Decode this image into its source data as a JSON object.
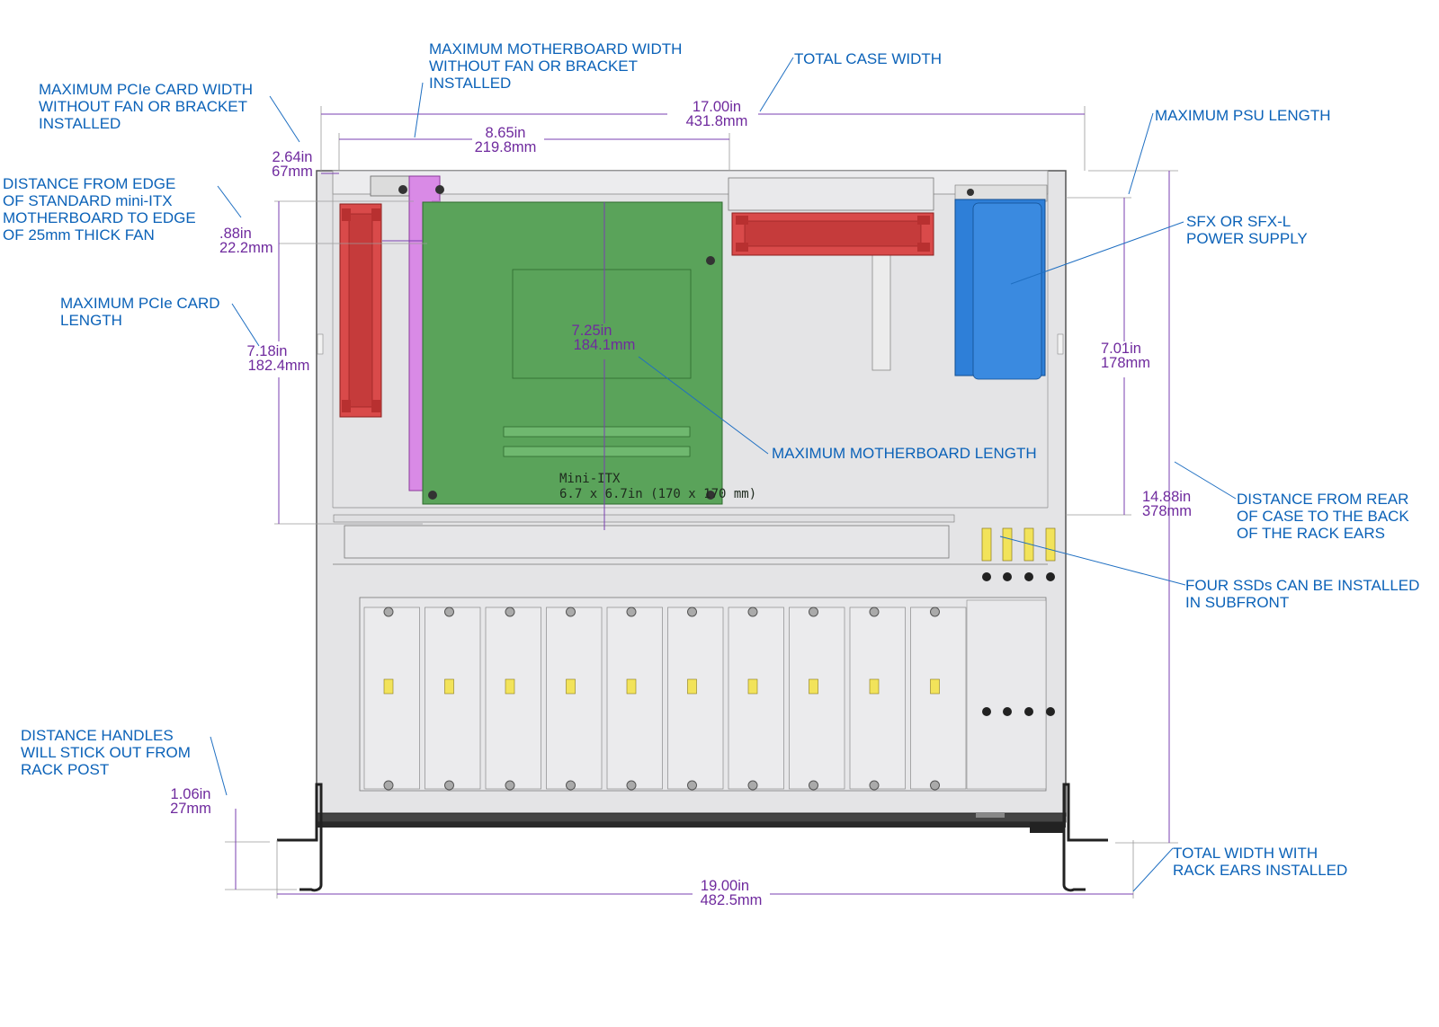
{
  "labels": {
    "pcie_width": [
      "MAXIMUM PCIe CARD WIDTH",
      "WITHOUT FAN OR BRACKET",
      "INSTALLED"
    ],
    "mobo_width": [
      "MAXIMUM MOTHERBOARD WIDTH",
      "WITHOUT FAN OR BRACKET",
      "INSTALLED"
    ],
    "total_case_width": [
      "TOTAL CASE WIDTH"
    ],
    "psu_length": [
      "MAXIMUM PSU LENGTH"
    ],
    "fan_distance": [
      "DISTANCE FROM EDGE",
      "OF STANDARD mini-ITX",
      "MOTHERBOARD TO EDGE",
      "OF 25mm THICK FAN"
    ],
    "pcie_length": [
      "MAXIMUM PCIe CARD",
      "LENGTH"
    ],
    "psu_type": [
      "SFX OR SFX-L",
      "POWER SUPPLY"
    ],
    "mobo_length": [
      "MAXIMUM MOTHERBOARD LENGTH"
    ],
    "rack_ears_distance": [
      "DISTANCE FROM REAR",
      "OF CASE TO THE BACK",
      "OF THE RACK EARS"
    ],
    "ssds": [
      "FOUR SSDs CAN BE INSTALLED",
      "IN SUBFRONT"
    ],
    "handles": [
      "DISTANCE HANDLES",
      "WILL STICK OUT FROM",
      "RACK POST"
    ],
    "total_width_ears": [
      "TOTAL WIDTH WITH",
      "RACK EARS INSTALLED"
    ]
  },
  "dimensions": {
    "total_case_width": [
      "17.00in",
      "431.8mm"
    ],
    "mobo_width": [
      "8.65in",
      "219.8mm"
    ],
    "pcie_width": [
      "2.64in",
      "67mm"
    ],
    "fan_distance": [
      ".88in",
      "22.2mm"
    ],
    "pcie_length": [
      "7.18in",
      "182.4mm"
    ],
    "mobo_length": [
      "7.25in",
      "184.1mm"
    ],
    "psu_length": [
      "7.01in",
      "178mm"
    ],
    "rack_ears_distance": [
      "14.88in",
      "378mm"
    ],
    "handles": [
      "1.06in",
      "27mm"
    ],
    "total_width_ears": [
      "19.00in",
      "482.5mm"
    ]
  },
  "motherboard": {
    "name": "Mini-ITX",
    "size": "6.7 x 6.7in (170 x 170 mm)"
  },
  "colors": {
    "callout": "#0b62b8",
    "dimension": "#6f2a9e",
    "fan": "#d94a4a",
    "pcie_card": "#d98ae6",
    "motherboard": "#5aa35a",
    "psu": "#2e7fd8",
    "case_interior": "#e4e4e6"
  }
}
